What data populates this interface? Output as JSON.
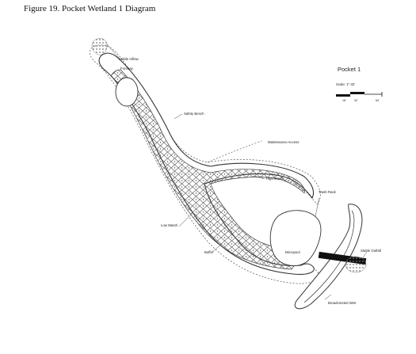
{
  "caption": "Figure  19.  Pocket Wetland  1 Diagram",
  "plan": {
    "title": "Pocket 1",
    "scale": "Scale: 1\"-32'",
    "scale_ticks": [
      "16'",
      "32'",
      "64'"
    ]
  },
  "labels": {
    "stable_inflow": "Stable Inflow",
    "forebay": "Forebay",
    "safety_bench": "Safety Bench",
    "maintenance_access": "Maintenance Access",
    "high_marsh": "High Marsh",
    "trash_rack": "Trash Rack",
    "low_marsh": "Low Marsh",
    "buffer": "Buffer",
    "micropool": "Micropool",
    "stable_outfall": "Stable Outfall",
    "broadcrested_weir": "Broadcrested Weir"
  }
}
